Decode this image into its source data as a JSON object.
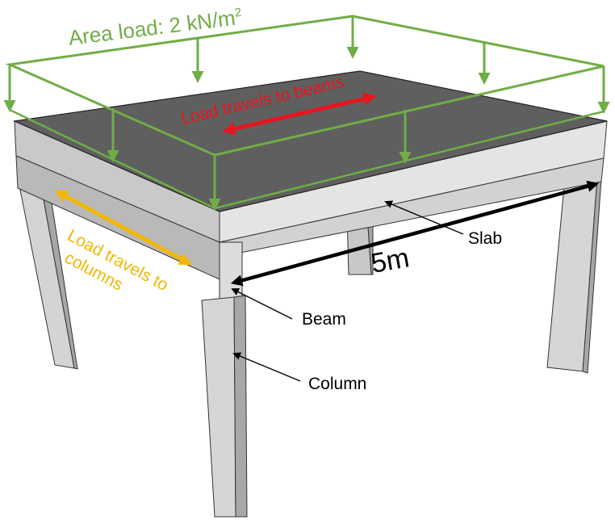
{
  "labels": {
    "area_load_prefix": "Area load: 2 kN/m",
    "area_load_exponent": "2",
    "load_to_beams": "Load travels to beams",
    "load_to_columns_line1": "Load travels to",
    "load_to_columns_line2": "columns",
    "span": "5m",
    "slab": "Slab",
    "beam": "Beam",
    "column": "Column"
  },
  "colors": {
    "load": "#70ad47",
    "beams_arrow": "#e8141e",
    "columns_arrow": "#f2b705",
    "dimension": "#000000",
    "slab_top": "#5f5f5f",
    "concrete_light": "#dcdcdc",
    "concrete_mid": "#c4c4c4",
    "concrete_dark": "#9e9e9e"
  }
}
